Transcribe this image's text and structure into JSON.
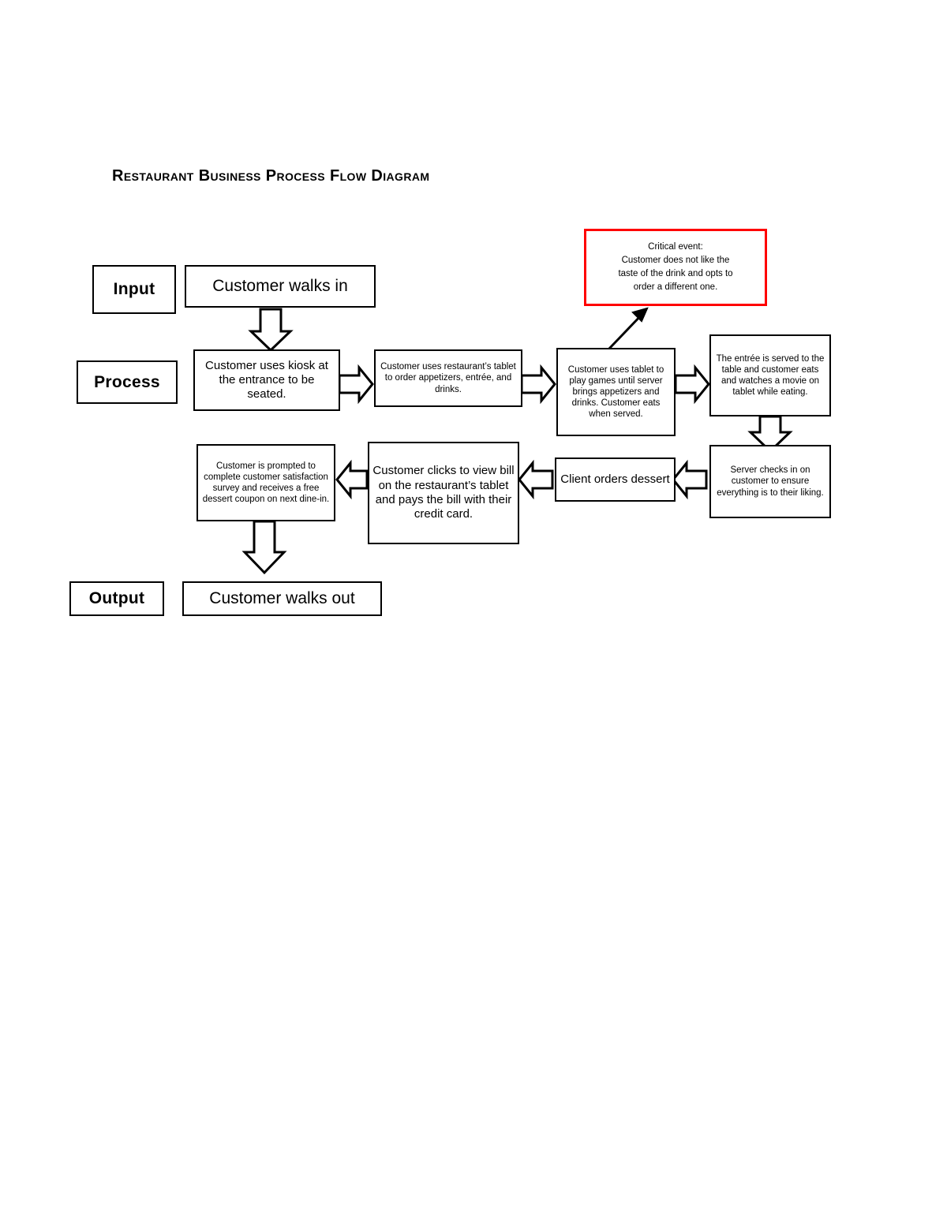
{
  "document": {
    "title": "Restaurant Business Process Flow Diagram"
  },
  "lanes": {
    "input_label": "Input",
    "process_label": "Process",
    "output_label": "Output"
  },
  "nodes": {
    "input_step": "Customer walks in",
    "critical_event": "Critical event:\nCustomer does not like the taste of the drink and opts to order a different one.",
    "critical_event_lines": [
      "Critical event:",
      "Customer does not like the",
      "taste of the drink and opts to",
      "order a different one."
    ],
    "process_1": "Customer uses kiosk at the entrance to be seated.",
    "process_2": "Customer uses restaurant’s tablet to order appetizers, entrée, and drinks.",
    "process_3": "Customer uses tablet to play games until server brings appetizers and drinks. Customer eats when served.",
    "process_4": "The entrée is served to the table and customer eats and watches a movie on tablet while eating.",
    "process_5": "Server checks in on customer to ensure everything is to their liking.",
    "process_6": "Client orders dessert",
    "process_7": "Customer clicks to view bill on the restaurant’s tablet and pays the bill with their credit card.",
    "process_8": "Customer is prompted to complete customer satisfaction survey and receives a free dessert coupon on next dine-in.",
    "output_step": "Customer walks out"
  },
  "colors": {
    "stroke": "#000000",
    "critical_border": "#FF0000",
    "background": "#FFFFFF"
  },
  "flow": {
    "connectors": [
      {
        "from": "input_step",
        "to": "process_1",
        "direction": "down",
        "style": "block"
      },
      {
        "from": "process_1",
        "to": "process_2",
        "direction": "right",
        "style": "block"
      },
      {
        "from": "process_2",
        "to": "process_3",
        "direction": "right",
        "style": "block"
      },
      {
        "from": "process_3",
        "to": "process_4",
        "direction": "right",
        "style": "block"
      },
      {
        "from": "process_3",
        "to": "critical_event",
        "direction": "up-right",
        "style": "line"
      },
      {
        "from": "process_4",
        "to": "process_5",
        "direction": "down",
        "style": "block"
      },
      {
        "from": "process_5",
        "to": "process_6",
        "direction": "left",
        "style": "block"
      },
      {
        "from": "process_6",
        "to": "process_7",
        "direction": "left",
        "style": "block"
      },
      {
        "from": "process_7",
        "to": "process_8",
        "direction": "left",
        "style": "block"
      },
      {
        "from": "process_8",
        "to": "output_step",
        "direction": "down",
        "style": "block"
      }
    ]
  }
}
